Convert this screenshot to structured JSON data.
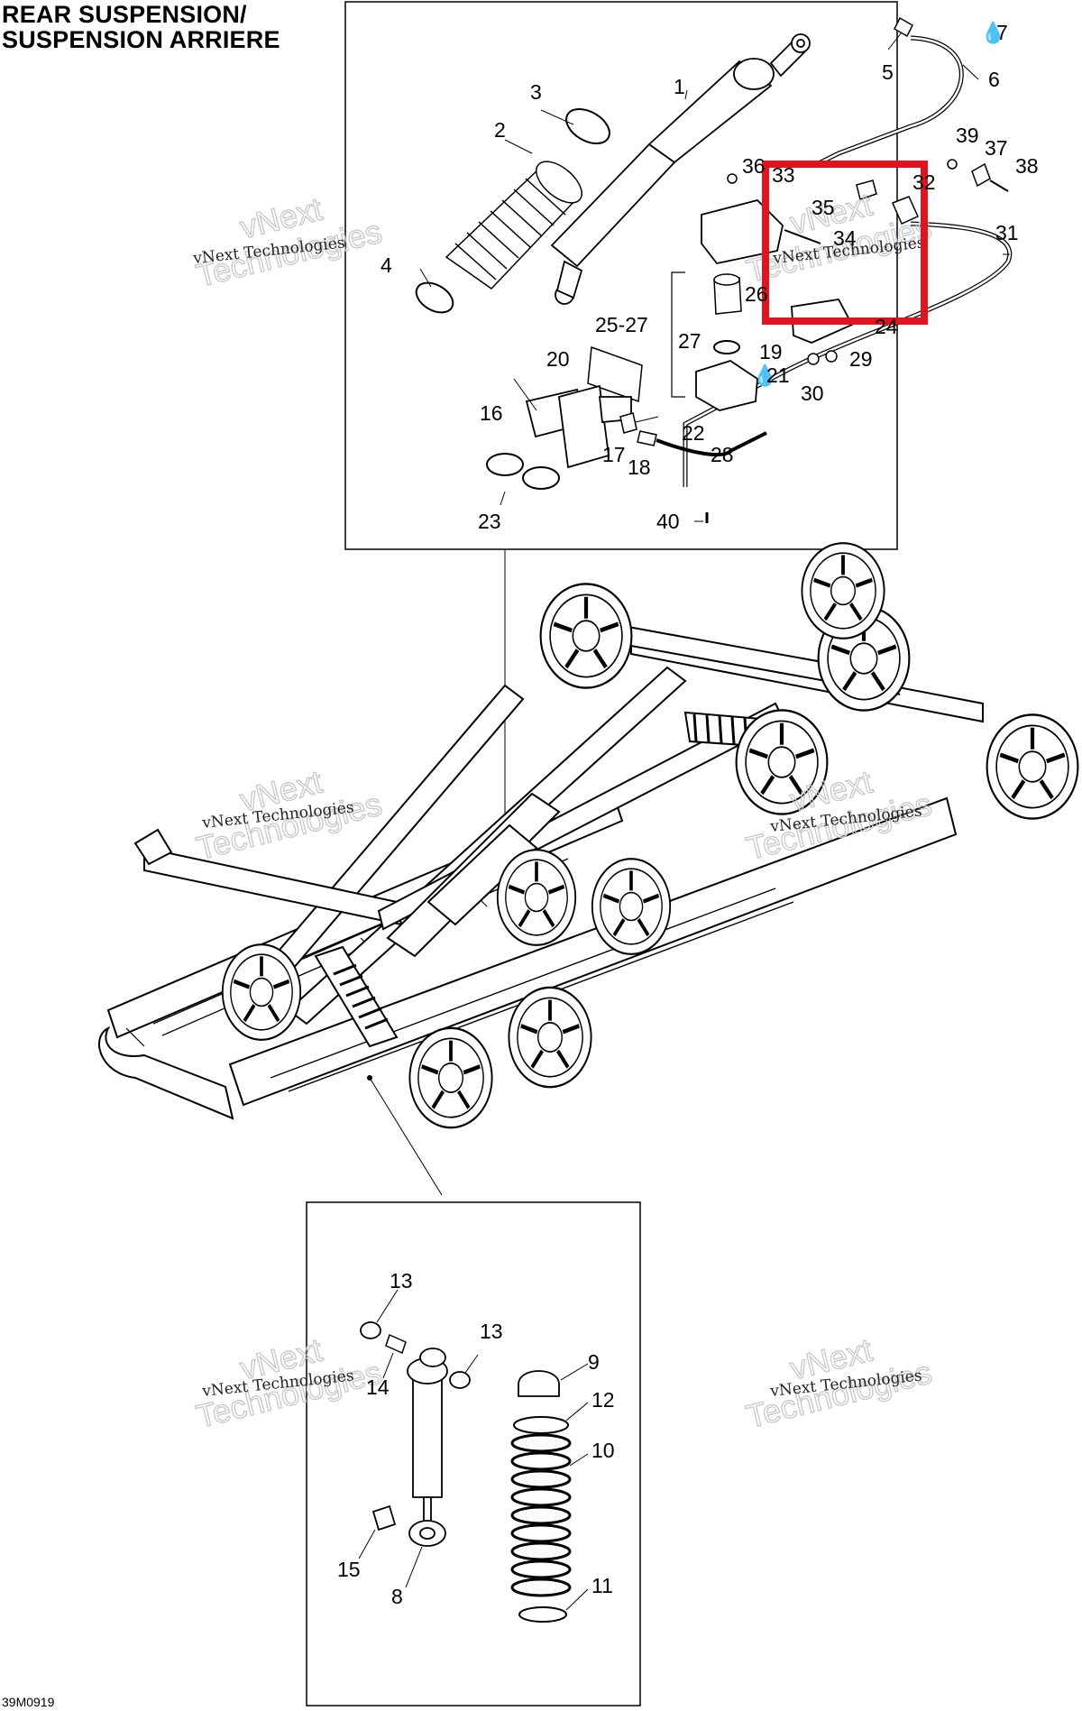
{
  "title": {
    "line1": "REAR SUSPENSION/",
    "line2": "SUSPENSION ARRIERE"
  },
  "drawing_code": "39M0919",
  "watermark": {
    "line1": "vNext Technologies",
    "line2": "vNext",
    "line3": "Technologies"
  },
  "highlight_color": "#e0141e",
  "callouts": {
    "c1": "1",
    "c2": "2",
    "c3": "3",
    "c4": "4",
    "c5": "5",
    "c6": "6",
    "c7": "7",
    "c8": "8",
    "c9": "9",
    "c10": "10",
    "c11": "11",
    "c12": "12",
    "c13a": "13",
    "c13b": "13",
    "c14": "14",
    "c15": "15",
    "c16": "16",
    "c17": "17",
    "c18": "18",
    "c19": "19",
    "c20": "20",
    "c21": "21",
    "c22": "22",
    "c23": "23",
    "c24": "24",
    "c2527": "25-27",
    "c26": "26",
    "c27": "27",
    "c28": "28",
    "c29": "29",
    "c30": "30",
    "c31": "31",
    "c32": "32",
    "c33": "33",
    "c34": "34",
    "c35": "35",
    "c36": "36",
    "c37": "37",
    "c38": "38",
    "c39": "39",
    "c40": "40"
  }
}
